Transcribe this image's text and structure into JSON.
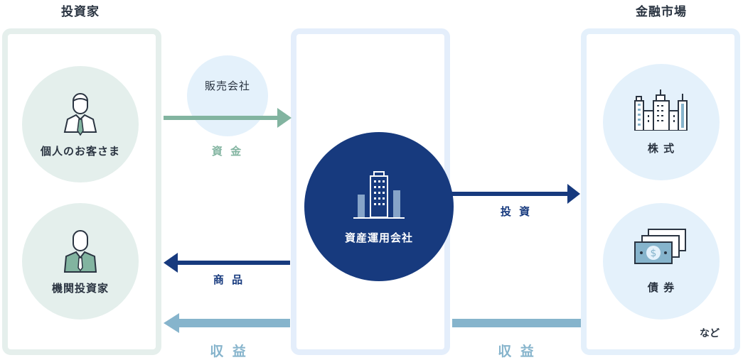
{
  "headers": {
    "investors": "投資家",
    "markets": "金融市場"
  },
  "investors": [
    {
      "label": "個人のお客さま",
      "icon": "person-icon"
    },
    {
      "label": "機関投資家",
      "icon": "business-person-icon"
    }
  ],
  "distributor": "販売会社",
  "center": {
    "label": "資産運用会社",
    "icon": "office-building-icon"
  },
  "markets": [
    {
      "label": "株 式",
      "icon": "buildings-icon"
    },
    {
      "label": "債 券",
      "icon": "banknotes-icon"
    }
  ],
  "markets_note": "など",
  "flows": {
    "funds": "資 金",
    "products": "商 品",
    "invest": "投 資",
    "returns_left": "収 益",
    "returns_right": "収 益"
  },
  "colors": {
    "green": "#82b4a0",
    "navy": "#173a7e",
    "lightblue": "#86b4cc"
  }
}
